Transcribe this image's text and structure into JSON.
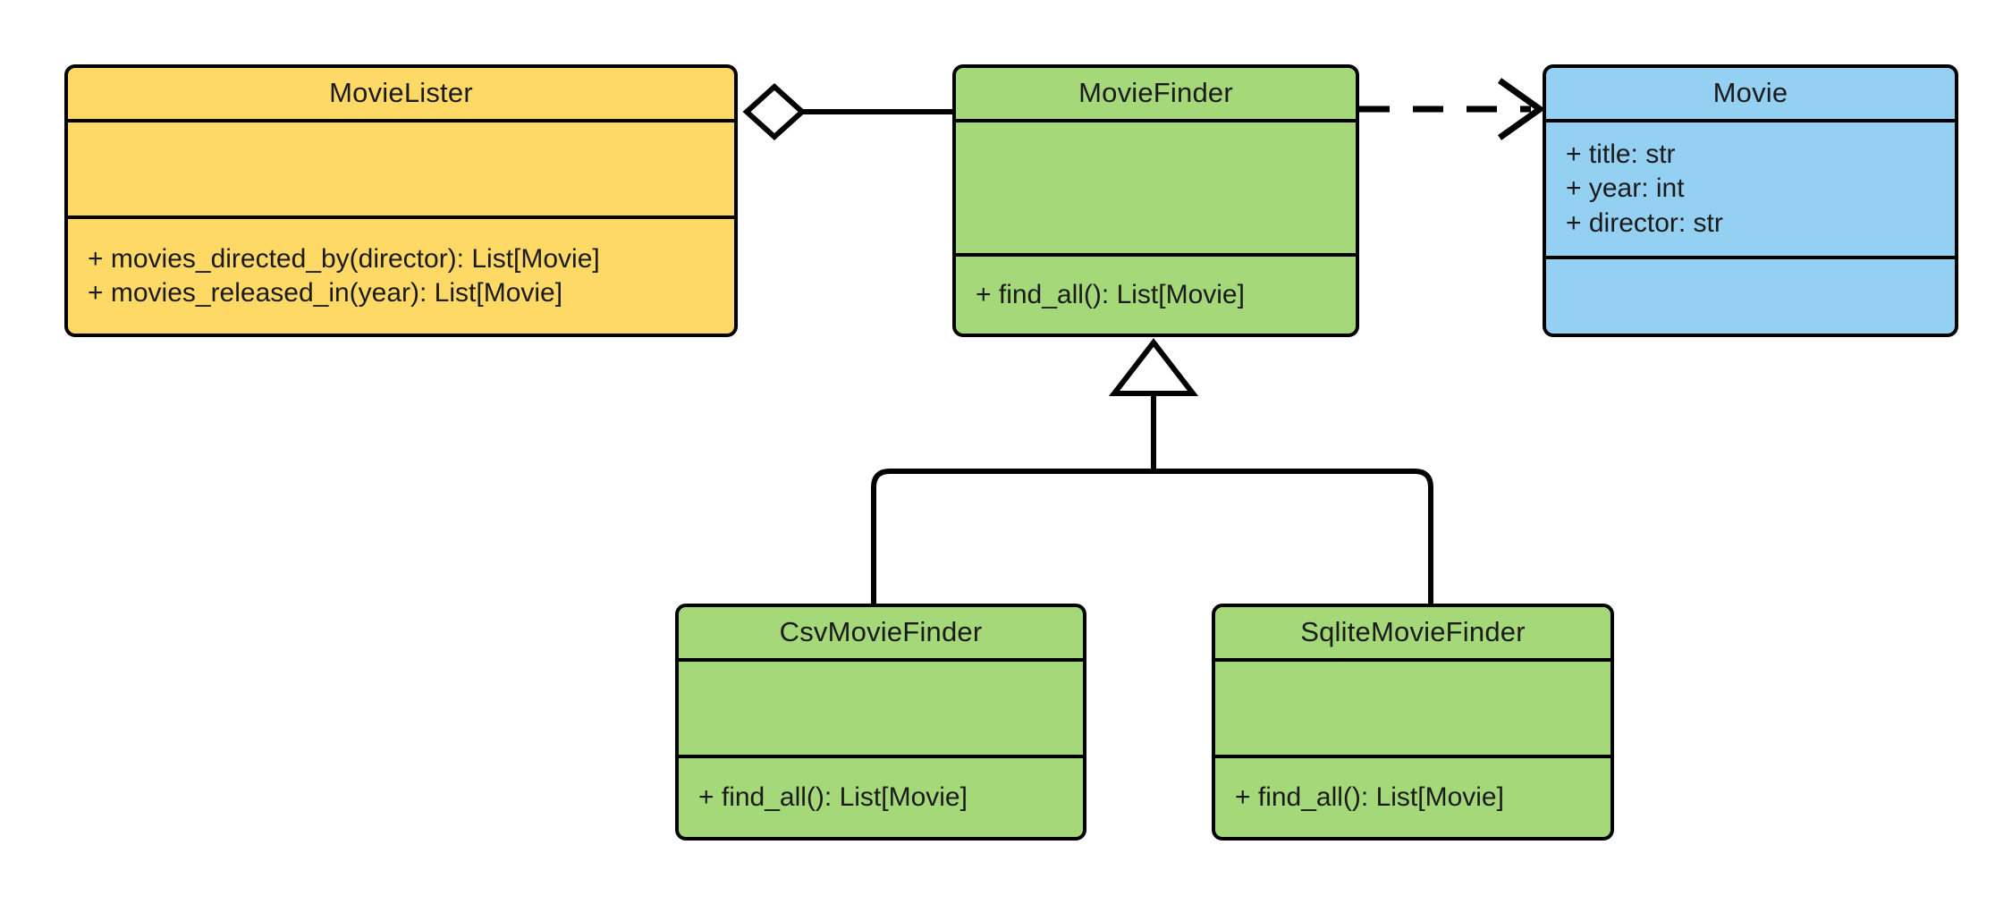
{
  "diagram": {
    "type": "uml-class-diagram",
    "background": "#ffffff",
    "line_color": "#000000",
    "palette": {
      "yellow": "#ffd966",
      "green": "#a4d879",
      "blue": "#93d0f2"
    }
  },
  "classes": {
    "movie_lister": {
      "name": "MovieLister",
      "color": "#ffd966",
      "attributes": [],
      "methods": [
        "+ movies_directed_by(director): List[Movie]",
        "+ movies_released_in(year): List[Movie]"
      ]
    },
    "movie_finder": {
      "name": "MovieFinder",
      "color": "#a4d879",
      "attributes": [],
      "methods": [
        "+ find_all(): List[Movie]"
      ]
    },
    "movie": {
      "name": "Movie",
      "color": "#93d0f2",
      "attributes": [
        "+ title: str",
        "+ year: int",
        "+ director: str"
      ],
      "methods": []
    },
    "csv_movie_finder": {
      "name": "CsvMovieFinder",
      "color": "#a4d879",
      "attributes": [],
      "methods": [
        "+ find_all(): List[Movie]"
      ]
    },
    "sqlite_movie_finder": {
      "name": "SqliteMovieFinder",
      "color": "#a4d879",
      "attributes": [],
      "methods": [
        "+ find_all(): List[Movie]"
      ]
    }
  },
  "relationships": [
    {
      "id": "aggregation-lister-finder",
      "kind": "aggregation",
      "source": "MovieLister",
      "target": "MovieFinder",
      "marker": "hollow-diamond",
      "line": "solid",
      "label": ""
    },
    {
      "id": "dependency-finder-movie",
      "kind": "dependency",
      "source": "MovieFinder",
      "target": "Movie",
      "marker": "open-arrow",
      "line": "dashed",
      "label": ""
    },
    {
      "id": "generalization-csv-finder",
      "kind": "generalization",
      "source": "CsvMovieFinder",
      "target": "MovieFinder",
      "marker": "hollow-triangle",
      "line": "solid",
      "label": ""
    },
    {
      "id": "generalization-sqlite-finder",
      "kind": "generalization",
      "source": "SqliteMovieFinder",
      "target": "MovieFinder",
      "marker": "hollow-triangle",
      "line": "solid",
      "label": ""
    }
  ]
}
